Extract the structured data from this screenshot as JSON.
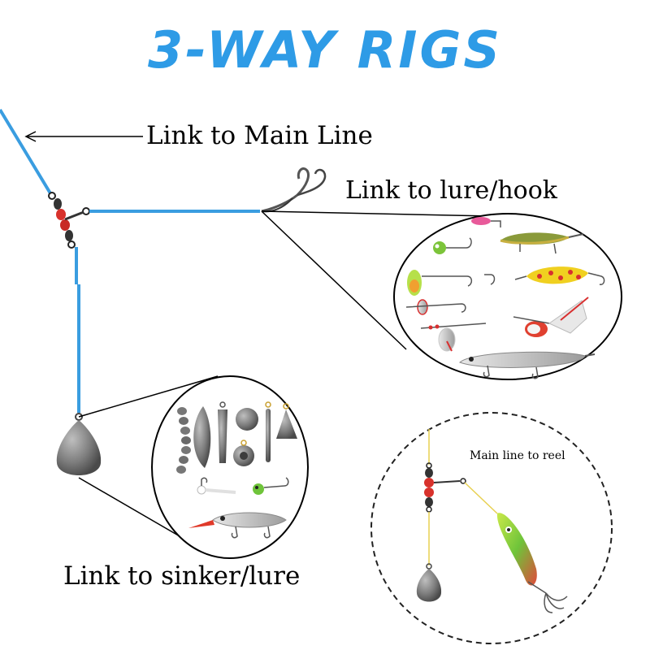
{
  "title": "3-WAY RIGS",
  "labels": {
    "main_line": "Link to Main Line",
    "lure_hook": "Link to lure/hook",
    "sinker_lure": "Link to sinker/lure",
    "main_line_to_reel": "Main line to reel"
  },
  "colors": {
    "title": "#2e9be6",
    "line": "#3a9de0",
    "bead": "#d8322c",
    "lead": "#7a7a7a"
  },
  "icons": [
    "hook-icon",
    "swivel-icon",
    "sinker-icon",
    "lure-icon",
    "spinner-icon",
    "jig-icon",
    "crankbait-icon",
    "spoon-icon"
  ]
}
